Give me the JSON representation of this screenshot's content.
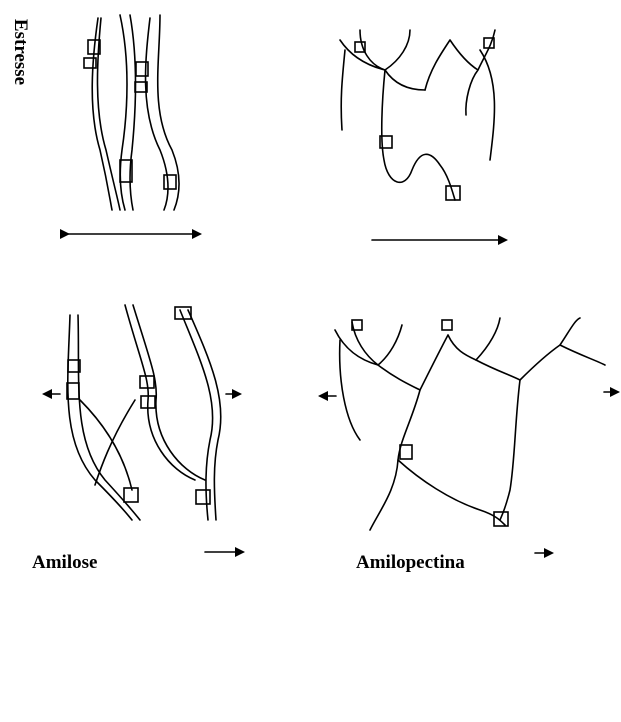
{
  "labels": {
    "amilose": "Amilose",
    "amilopectina": "Amilopectina",
    "estresse": "Estresse"
  },
  "colors": {
    "ink": "#000000",
    "background": "#ffffff"
  }
}
